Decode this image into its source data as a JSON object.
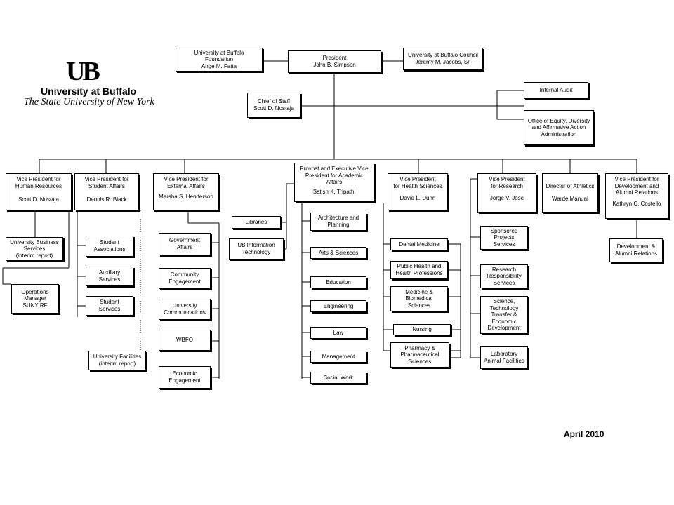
{
  "logo": {
    "mark_text": "UB",
    "name": "University at Buffalo",
    "subtitle": "The State University of New York"
  },
  "date": "April  2010",
  "boxes": {
    "foundation": [
      "University at Buffalo",
      "Foundation",
      "Ange M. Fatta"
    ],
    "president": [
      "President",
      "John B. Simpson"
    ],
    "council": [
      "University at Buffalo Council",
      "Jeremy M. Jacobs, Sr."
    ],
    "chief_of_staff": [
      "Chief of Staff",
      "Scott D. Nostaja"
    ],
    "internal_audit": [
      "Internal Audit"
    ],
    "equity": [
      "Office of Equity, Diversity",
      "and Affirmative Action",
      "Administration"
    ],
    "vp_hr": {
      "title": [
        "Vice President for",
        "Human Resources"
      ],
      "name": "Scott D. Nostaja"
    },
    "vp_student": {
      "title": [
        "Vice President for",
        "Student Affairs"
      ],
      "name": "Dennis R. Black"
    },
    "vp_external": {
      "title": [
        "Vice President for",
        "External Affairs"
      ],
      "name": "Marsha S. Henderson"
    },
    "provost": {
      "title": [
        "Provost and Executive Vice",
        "President for Academic",
        "Affairs"
      ],
      "name": "Satish K. Tripathi"
    },
    "vp_health": {
      "title": [
        "Vice President",
        "for Health Sciences"
      ],
      "name": "David L. Dunn"
    },
    "vp_research": {
      "title": [
        "Vice President",
        "for Research"
      ],
      "name": "Jorge V. Jose"
    },
    "athletics": {
      "title": [
        "Director of Athletics"
      ],
      "name": "Warde Manual"
    },
    "vp_development": {
      "title": [
        "Vice President for",
        "Development and",
        "Alumni Relations"
      ],
      "name": "Kathryn C. Costello"
    },
    "business_services": [
      "University Business",
      "Services",
      "(interim report)"
    ],
    "operations_manager": [
      "Operations",
      "Manager",
      "SUNY RF"
    ],
    "student_associations": [
      "Student",
      "Associations"
    ],
    "auxiliary_services": [
      "Auxiliary",
      "Services"
    ],
    "student_services": [
      "Student",
      "Services"
    ],
    "university_facilities": [
      "University Facilities",
      "(interim report)"
    ],
    "government_affairs": [
      "Government",
      "Affairs"
    ],
    "community_engagement": [
      "Community",
      "Engagement"
    ],
    "university_communications": [
      "University",
      "Communications"
    ],
    "wbfo": [
      "WBFO"
    ],
    "economic_engagement": [
      "Economic",
      "Engagement"
    ],
    "libraries": [
      "Libraries"
    ],
    "ub_it": [
      "UB Information",
      "Technology"
    ],
    "architecture": [
      "Architecture and",
      "Planning"
    ],
    "arts_sciences": [
      "Arts & Sciences"
    ],
    "education": [
      "Education"
    ],
    "engineering": [
      "Engineering"
    ],
    "law": [
      "Law"
    ],
    "management": [
      "Management"
    ],
    "social_work": [
      "Social Work"
    ],
    "dental": [
      "Dental Medicine"
    ],
    "public_health": [
      "Public Health and",
      "Health Professions"
    ],
    "medicine": [
      "Medicine &",
      "Biomedical",
      "Sciences"
    ],
    "nursing": [
      "Nursing"
    ],
    "pharmacy": [
      "Pharmacy &",
      "Pharmaceutical",
      "Sciences"
    ],
    "sponsored_projects": [
      "Sponsored",
      "Projects",
      "Services"
    ],
    "research_responsibility": [
      "Research",
      "Responsibility",
      "Services"
    ],
    "science_tech_transfer": [
      "Science,",
      "Technology",
      "Transfer &",
      "Economic",
      "Development"
    ],
    "lab_animal": [
      "Laboratory",
      "Animal Facilities"
    ],
    "dev_alumni": [
      "Development &",
      "Alumni Relations"
    ]
  }
}
